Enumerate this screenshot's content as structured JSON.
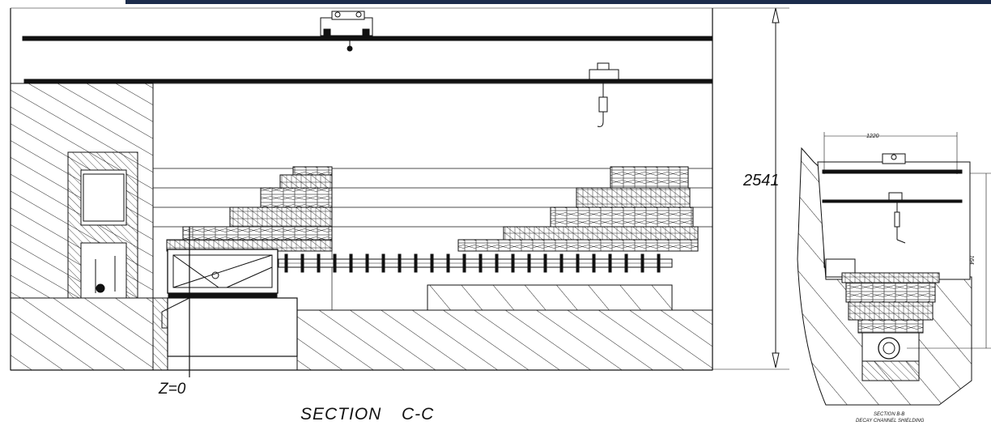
{
  "labels": {
    "z_origin": "Z=0",
    "height_dim": "2541",
    "section_word": "SECTION",
    "section_id": "C-C",
    "width_dim": "1220",
    "side_height_dim": "164",
    "section_b_title": "SECTION B-B",
    "section_b_subtitle": "DECAY CHANNEL SHIELDING"
  },
  "colors": {
    "line": "#111111",
    "header_bar": "#1c2c4c",
    "hatch": "#222222"
  }
}
